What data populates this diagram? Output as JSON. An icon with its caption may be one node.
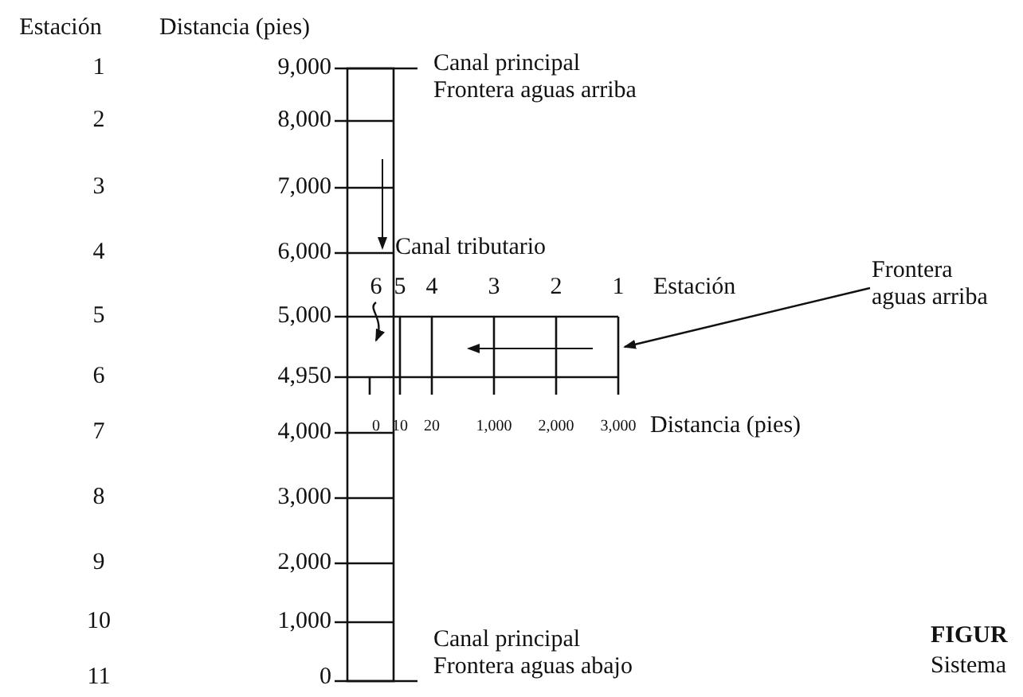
{
  "diagram": {
    "nodes": [
      {
        "text": [
          "6"
        ]
      },
      {
        "text": [
          "Frontera aguas arriba"
        ]
      }
    ],
    "edges": [
      {
        "from": 0,
        "to": null,
        "arrow": "to"
      },
      {
        "from": 1,
        "to": null,
        "arrow": "to"
      }
    ],
    "labels": [
      "Estación",
      "Distancia (pies)",
      "1",
      "9,000",
      "Canal principal Frontera aguas arriba",
      "2",
      "8,000",
      "3",
      "7,000",
      "4",
      "6,000",
      "Canal tributario",
      "5",
      "4",
      "3",
      "2",
      "1",
      "Estación",
      "5",
      "5,000",
      "6",
      "4,950",
      "7",
      "4,000",
      "0",
      "10",
      "20",
      "1,000",
      "2,000",
      "3,000",
      "Distancia (pies)",
      "8",
      "3,000",
      "9",
      "2,000",
      "10",
      "1,000",
      "Canal principal Frontera aguas abajo",
      "FIGUR",
      "11",
      "0",
      "Sistema"
    ]
  }
}
